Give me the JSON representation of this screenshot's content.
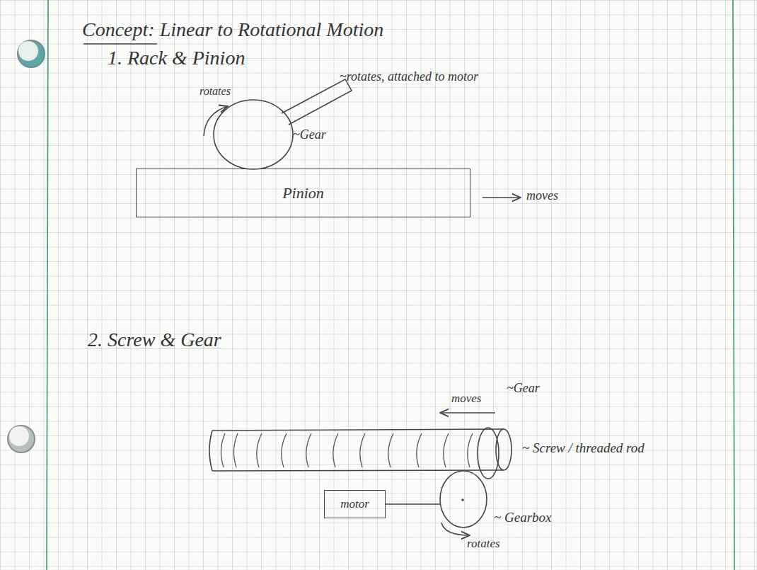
{
  "diagram": {
    "title": "Concept: Linear to Rotational Motion",
    "nodes": [
      {
        "text": [
          "Pinion"
        ]
      },
      {
        "text": [
          "motor"
        ]
      }
    ],
    "labels": [
      "1. Rack & Pinion",
      "rotates",
      "~rotates, attached to motor",
      "~Gear",
      "moves",
      "2. Screw & Gear",
      "moves",
      "~Gear",
      "~ Screw / threaded rod",
      "~ Gearbox",
      "rotates"
    ]
  }
}
